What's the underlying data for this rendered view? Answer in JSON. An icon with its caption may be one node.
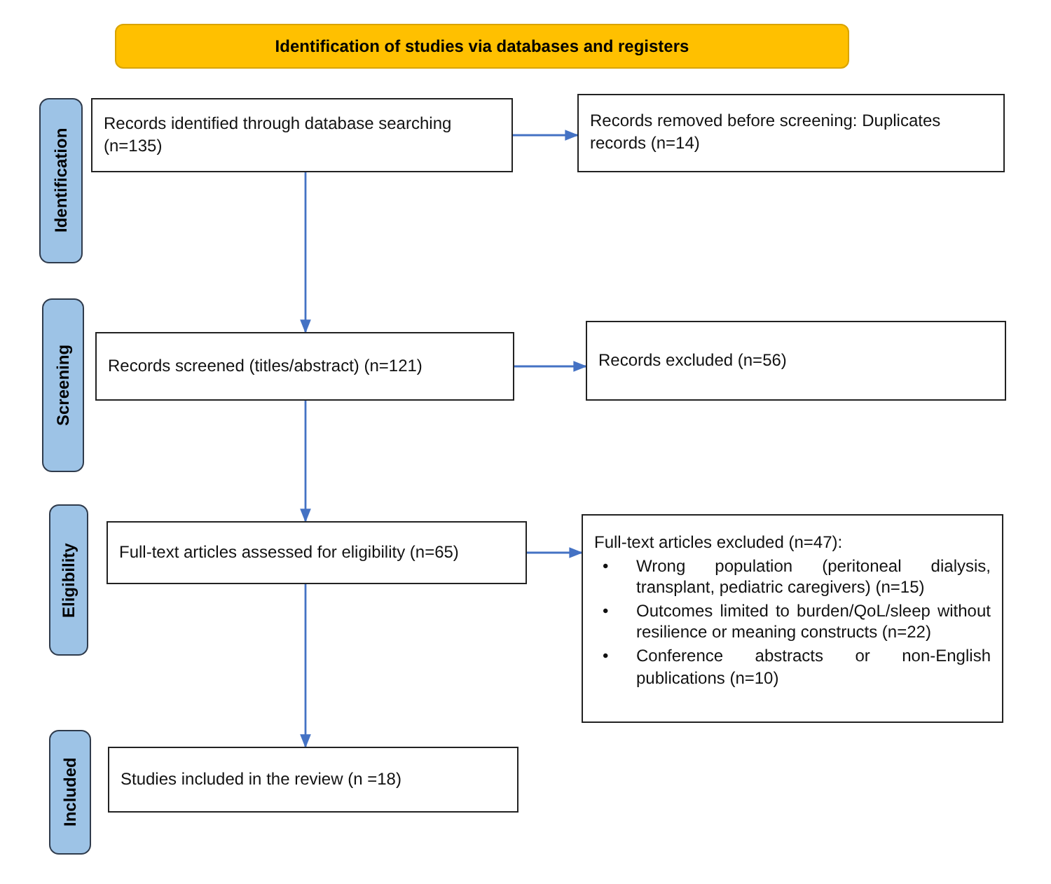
{
  "diagram": {
    "nodes": [
      {
        "text": [
          "Identification of studies via databases and registers"
        ]
      },
      {
        "text": [
          "Identification"
        ]
      },
      {
        "text": [
          "Records identified through database searching (n=135)"
        ]
      },
      {
        "text": [
          "Records removed before screening: Duplicates records (n=14)"
        ]
      },
      {
        "text": [
          "Screening"
        ]
      },
      {
        "text": [
          "Records screened (titles/abstract) (n=121)"
        ]
      },
      {
        "text": [
          "Records excluded (n=56)"
        ]
      },
      {
        "text": [
          "Eligibility"
        ]
      },
      {
        "text": [
          "Full-text articles assessed for eligibility (n=65)"
        ]
      },
      {
        "text": [
          "Full-text articles excluded (n=47):",
          "•",
          "Wrong population (peritoneal dialysis, transplant, pediatric caregivers) (n=15)",
          "•",
          "Outcomes limited to burden/QoL/sleep without resilience or meaning constructs (n=22)",
          "•",
          "Conference abstracts or non-English publications (n=10)"
        ]
      },
      {
        "text": [
          "Included"
        ]
      },
      {
        "text": [
          "Studies included in the review (n =18)"
        ]
      }
    ],
    "edges": [
      {
        "from": 2,
        "to": 3,
        "arrow": "to"
      },
      {
        "from": 2,
        "to": 5,
        "arrow": "to"
      },
      {
        "from": 5,
        "to": 6,
        "arrow": "to"
      },
      {
        "from": 5,
        "to": 8,
        "arrow": "to"
      },
      {
        "from": 8,
        "to": 9,
        "arrow": "to"
      },
      {
        "from": 8,
        "to": 11,
        "arrow": "to"
      }
    ]
  }
}
